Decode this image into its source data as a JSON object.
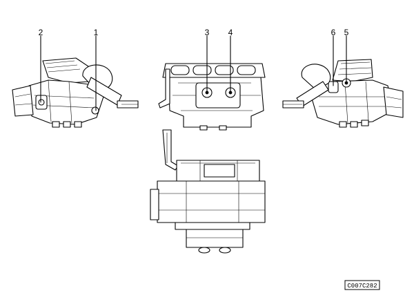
{
  "callouts": [
    {
      "label": "2"
    },
    {
      "label": "1"
    },
    {
      "label": "3"
    },
    {
      "label": "4"
    },
    {
      "label": "6"
    },
    {
      "label": "5"
    }
  ],
  "reference_code": "C007C282"
}
